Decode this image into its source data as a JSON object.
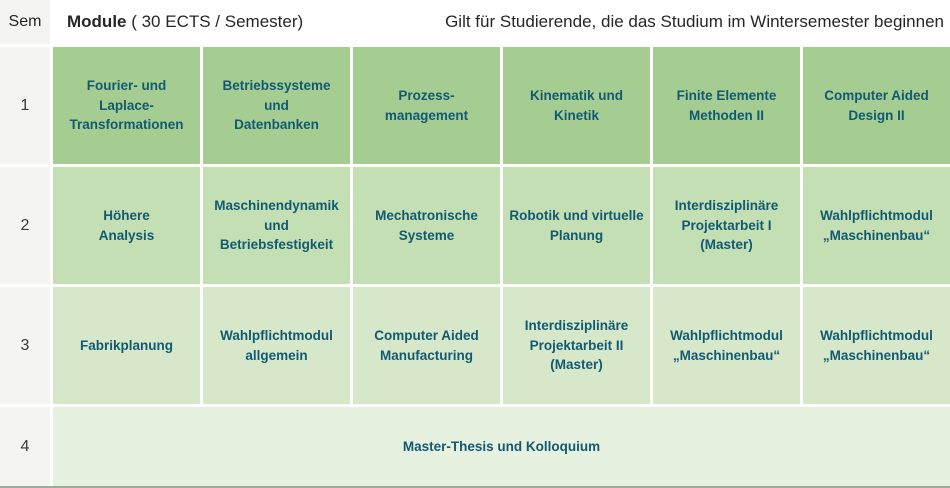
{
  "header": {
    "sem_label": "Sem",
    "module_label": "Module",
    "module_suffix": " ( 30 ECTS / Semester)",
    "note": "Gilt für Studierende, die das Studium im Wintersemester beginnen"
  },
  "rows": [
    {
      "sem": "1",
      "modules": [
        "Fourier- und\nLaplace-\nTransformationen",
        "Betriebssysteme und\nDatenbanken",
        "Prozess-\nmanagement",
        "Kinematik und Kinetik",
        "Finite Elemente\nMethoden II",
        "Computer Aided\nDesign II"
      ]
    },
    {
      "sem": "2",
      "modules": [
        "Höhere\nAnalysis",
        "Maschinendynamik und\nBetriebsfestigkeit",
        "Mechatronische\nSysteme",
        "Robotik und virtuelle\nPlanung",
        "Interdisziplinäre\nProjektarbeit I\n(Master)",
        "Wahlpflichtmodul\n„Maschinenbau“"
      ]
    },
    {
      "sem": "3",
      "modules": [
        "Fabrikplanung",
        "Wahlpflichtmodul\nallgemein",
        "Computer Aided\nManufacturing",
        "Interdisziplinäre\nProjektarbeit II\n(Master)",
        "Wahlpflichtmodul\n„Maschinenbau“",
        "Wahlpflichtmodul\n„Maschinenbau“"
      ]
    }
  ],
  "final_row": {
    "sem": "4",
    "module": "Master-Thesis und Kolloquium"
  },
  "colors": {
    "green1": "#a5cd92",
    "green2": "#c3dfb3",
    "green3": "#d6e7ca",
    "green4": "#e7f1e0",
    "module_text": "#125a72",
    "sem_bg": "#f4f4f3",
    "header_text": "#262626"
  }
}
